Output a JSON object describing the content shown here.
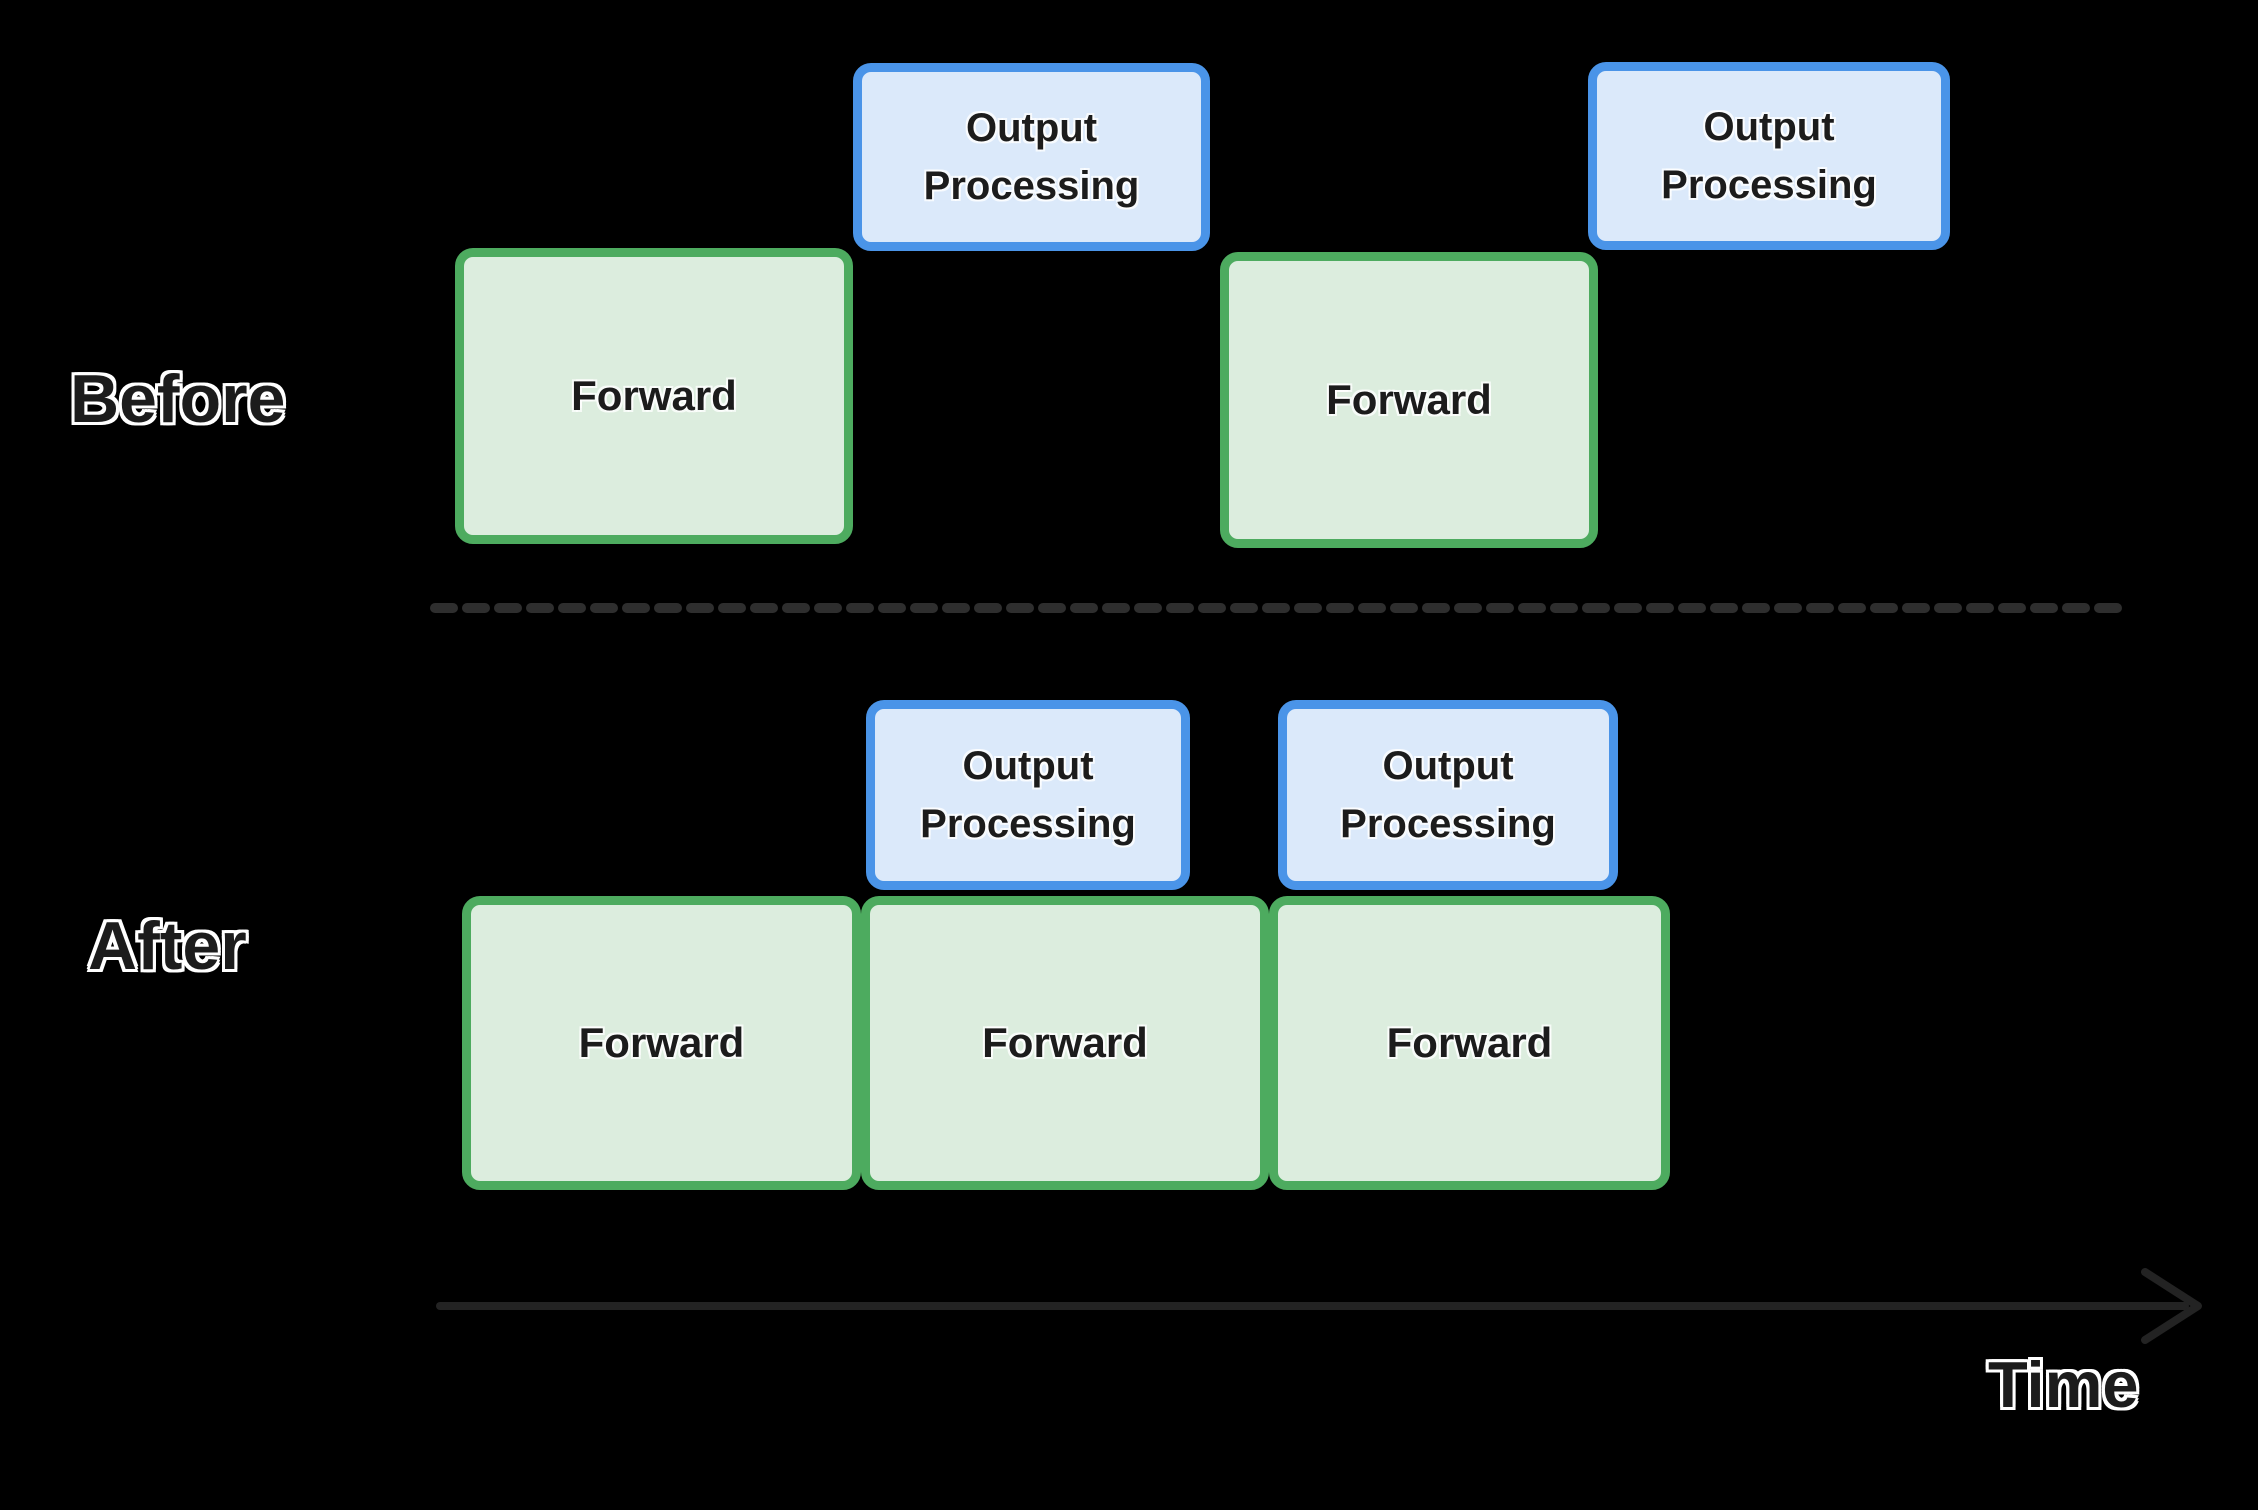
{
  "colors": {
    "forward_fill": "#dcedde",
    "forward_border": "#4dab5f",
    "output_fill": "#dbe9fa",
    "output_border": "#4a94e8",
    "text_dark": "#1c1c1c",
    "text_outline": "#ffffff",
    "axis": "#232323",
    "divider": "#2e2e2e",
    "page_bg": "#000000"
  },
  "before": {
    "label": "Before",
    "boxes": [
      {
        "type": "forward",
        "label": "Forward"
      },
      {
        "type": "output",
        "label": "Output Processing"
      },
      {
        "type": "forward",
        "label": "Forward"
      },
      {
        "type": "output",
        "label": "Output Processing"
      }
    ]
  },
  "after": {
    "label": "After",
    "boxes": [
      {
        "type": "output",
        "label": "Output Processing"
      },
      {
        "type": "output",
        "label": "Output Processing"
      },
      {
        "type": "forward",
        "label": "Forward"
      },
      {
        "type": "forward",
        "label": "Forward"
      },
      {
        "type": "forward",
        "label": "Forward"
      }
    ]
  },
  "timeline": {
    "label": "Time"
  }
}
